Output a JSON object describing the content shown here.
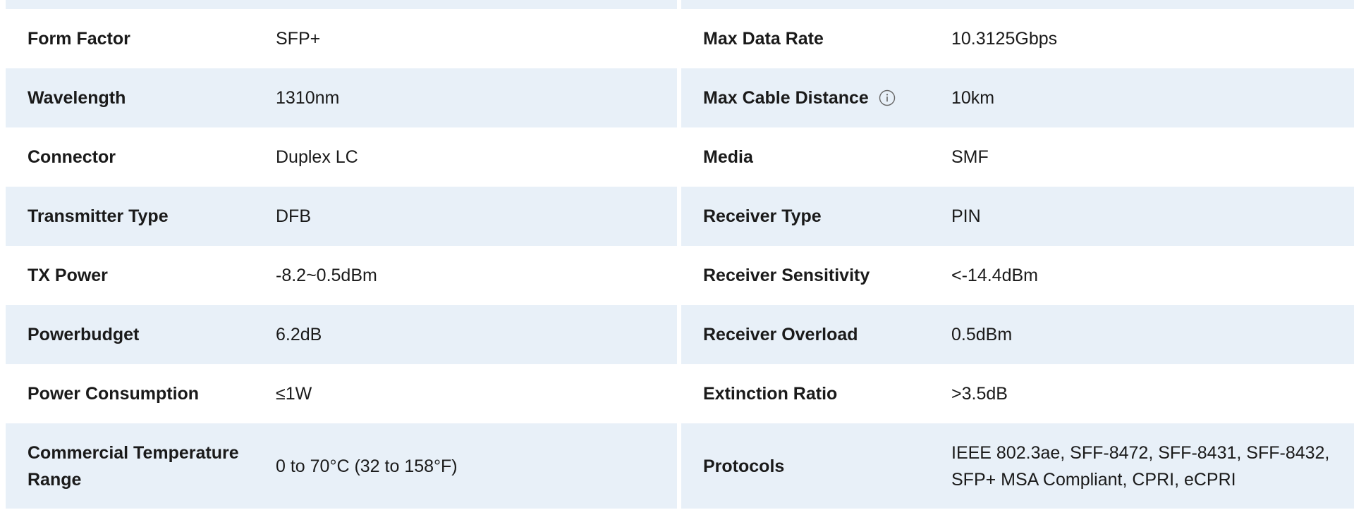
{
  "specs": {
    "rows": [
      {
        "left_label": "Form Factor",
        "left_value": "SFP+",
        "right_label": "Max Data Rate",
        "right_value": "10.3125Gbps"
      },
      {
        "left_label": "Wavelength",
        "left_value": "1310nm",
        "right_label": "Max Cable Distance",
        "right_value": "10km",
        "right_icon": "info-icon"
      },
      {
        "left_label": "Connector",
        "left_value": "Duplex LC",
        "right_label": "Media",
        "right_value": "SMF"
      },
      {
        "left_label": "Transmitter Type",
        "left_value": "DFB",
        "right_label": "Receiver Type",
        "right_value": "PIN"
      },
      {
        "left_label": "TX Power",
        "left_value": "-8.2~0.5dBm",
        "right_label": "Receiver Sensitivity",
        "right_value": "<-14.4dBm"
      },
      {
        "left_label": "Powerbudget",
        "left_value": "6.2dB",
        "right_label": "Receiver Overload",
        "right_value": "0.5dBm"
      },
      {
        "left_label": "Power Consumption",
        "left_value": "≤1W",
        "right_label": "Extinction Ratio",
        "right_value": ">3.5dB"
      },
      {
        "left_label": "Commercial Temperature Range",
        "left_value": "0 to 70°C (32 to 158°F)",
        "right_label": "Protocols",
        "right_value": "IEEE 802.3ae, SFF-8472, SFF-8431, SFF-8432, SFP+ MSA Compliant, CPRI, eCPRI"
      }
    ]
  },
  "colors": {
    "row_shaded": "#e8f0f8",
    "row_plain": "#ffffff",
    "text": "#1a1a1a",
    "icon": "#666666"
  }
}
